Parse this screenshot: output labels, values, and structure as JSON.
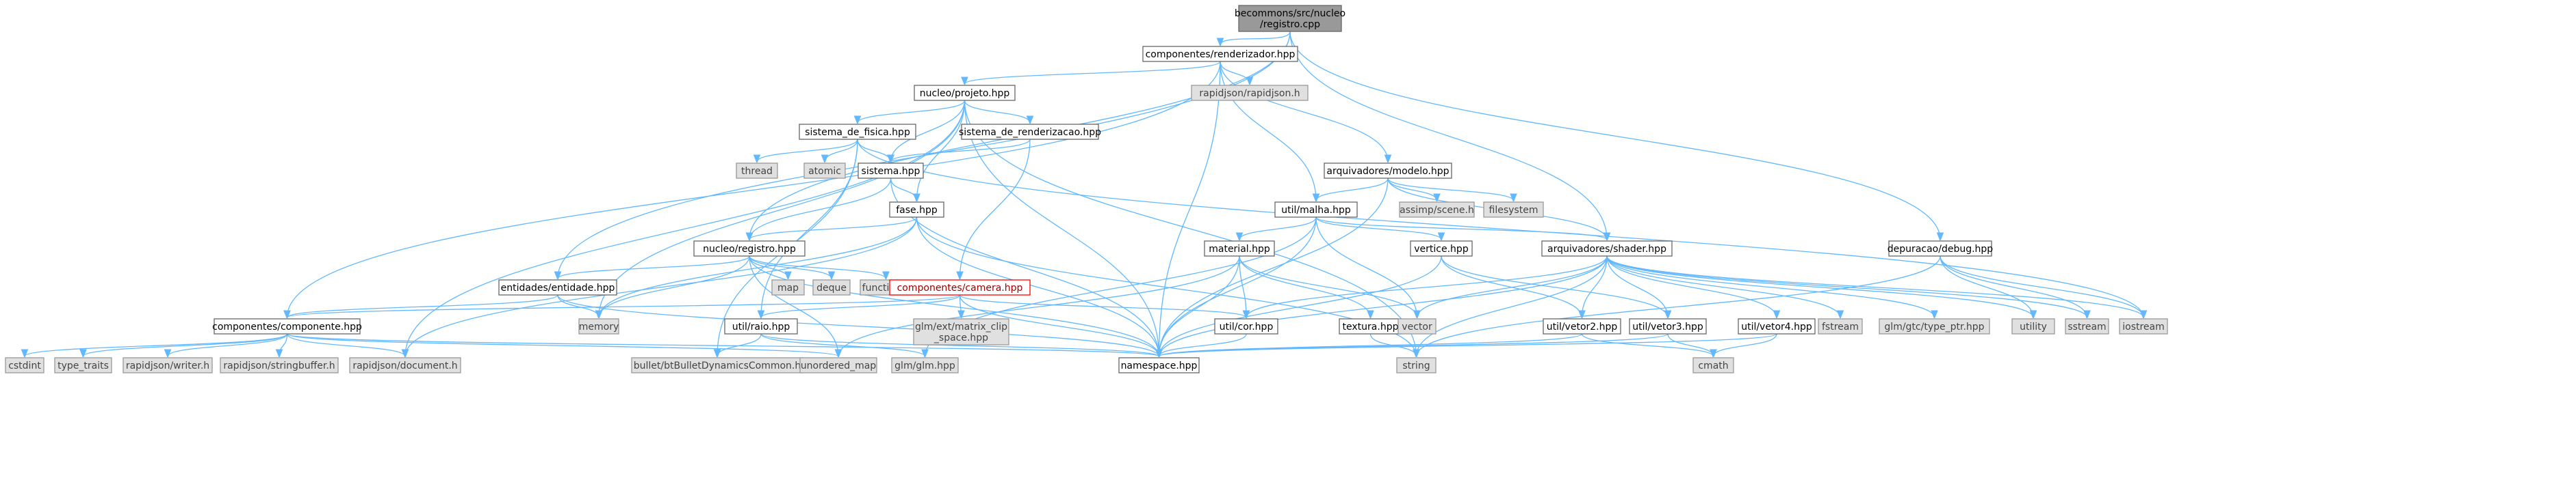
{
  "diagram": {
    "nodes": [
      {
        "id": "root",
        "label": [
          "becommons/src/nucleo",
          "/registro.cpp"
        ],
        "kind": "root"
      },
      {
        "id": "renderizador",
        "label": [
          "componentes/renderizador.hpp"
        ],
        "kind": "internal"
      },
      {
        "id": "rapidjson_h",
        "label": [
          "rapidjson/rapidjson.h"
        ],
        "kind": "external"
      },
      {
        "id": "projeto",
        "label": [
          "nucleo/projeto.hpp"
        ],
        "kind": "internal"
      },
      {
        "id": "fisica",
        "label": [
          "sistema_de_fisica.hpp"
        ],
        "kind": "internal"
      },
      {
        "id": "sisrender",
        "label": [
          "sistema_de_renderizacao.hpp"
        ],
        "kind": "internal"
      },
      {
        "id": "thread",
        "label": [
          "thread"
        ],
        "kind": "external"
      },
      {
        "id": "atomic",
        "label": [
          "atomic"
        ],
        "kind": "external"
      },
      {
        "id": "sistema",
        "label": [
          "sistema.hpp"
        ],
        "kind": "internal"
      },
      {
        "id": "fase",
        "label": [
          "fase.hpp"
        ],
        "kind": "internal"
      },
      {
        "id": "registro",
        "label": [
          "nucleo/registro.hpp"
        ],
        "kind": "internal"
      },
      {
        "id": "map",
        "label": [
          "map"
        ],
        "kind": "external"
      },
      {
        "id": "deque",
        "label": [
          "deque"
        ],
        "kind": "external"
      },
      {
        "id": "functional",
        "label": [
          "functional"
        ],
        "kind": "external"
      },
      {
        "id": "entidade",
        "label": [
          "entidades/entidade.hpp"
        ],
        "kind": "internal"
      },
      {
        "id": "memory",
        "label": [
          "memory"
        ],
        "kind": "external"
      },
      {
        "id": "camera",
        "label": [
          "componentes/camera.hpp"
        ],
        "kind": "highlight"
      },
      {
        "id": "glmext",
        "label": [
          "glm/ext/matrix_clip",
          "_space.hpp"
        ],
        "kind": "external"
      },
      {
        "id": "raio",
        "label": [
          "util/raio.hpp"
        ],
        "kind": "internal"
      },
      {
        "id": "componente",
        "label": [
          "componentes/componente.hpp"
        ],
        "kind": "internal"
      },
      {
        "id": "cstdint",
        "label": [
          "cstdint"
        ],
        "kind": "external"
      },
      {
        "id": "type_traits",
        "label": [
          "type_traits"
        ],
        "kind": "external"
      },
      {
        "id": "writer",
        "label": [
          "rapidjson/writer.h"
        ],
        "kind": "external"
      },
      {
        "id": "stringbuffer",
        "label": [
          "rapidjson/stringbuffer.h"
        ],
        "kind": "external"
      },
      {
        "id": "document",
        "label": [
          "rapidjson/document.h"
        ],
        "kind": "external"
      },
      {
        "id": "bullet",
        "label": [
          "bullet/btBulletDynamicsCommon.h"
        ],
        "kind": "external"
      },
      {
        "id": "unordered_map",
        "label": [
          "unordered_map"
        ],
        "kind": "external"
      },
      {
        "id": "glm",
        "label": [
          "glm/glm.hpp"
        ],
        "kind": "external"
      },
      {
        "id": "namespace",
        "label": [
          "namespace.hpp"
        ],
        "kind": "internal"
      },
      {
        "id": "modelo",
        "label": [
          "arquivadores/modelo.hpp"
        ],
        "kind": "internal"
      },
      {
        "id": "assimp",
        "label": [
          "assimp/scene.h"
        ],
        "kind": "external"
      },
      {
        "id": "filesystem",
        "label": [
          "filesystem"
        ],
        "kind": "external"
      },
      {
        "id": "malha",
        "label": [
          "util/malha.hpp"
        ],
        "kind": "internal"
      },
      {
        "id": "material",
        "label": [
          "material.hpp"
        ],
        "kind": "internal"
      },
      {
        "id": "vertice",
        "label": [
          "vertice.hpp"
        ],
        "kind": "internal"
      },
      {
        "id": "shader",
        "label": [
          "arquivadores/shader.hpp"
        ],
        "kind": "internal"
      },
      {
        "id": "cor",
        "label": [
          "util/cor.hpp"
        ],
        "kind": "internal"
      },
      {
        "id": "textura",
        "label": [
          "textura.hpp"
        ],
        "kind": "internal"
      },
      {
        "id": "vector",
        "label": [
          "vector"
        ],
        "kind": "external"
      },
      {
        "id": "vetor2",
        "label": [
          "util/vetor2.hpp"
        ],
        "kind": "internal"
      },
      {
        "id": "vetor3",
        "label": [
          "util/vetor3.hpp"
        ],
        "kind": "internal"
      },
      {
        "id": "vetor4",
        "label": [
          "util/vetor4.hpp"
        ],
        "kind": "internal"
      },
      {
        "id": "fstream",
        "label": [
          "fstream"
        ],
        "kind": "external"
      },
      {
        "id": "glmptr",
        "label": [
          "glm/gtc/type_ptr.hpp"
        ],
        "kind": "external"
      },
      {
        "id": "utility",
        "label": [
          "utility"
        ],
        "kind": "external"
      },
      {
        "id": "sstream",
        "label": [
          "sstream"
        ],
        "kind": "external"
      },
      {
        "id": "iostream",
        "label": [
          "iostream"
        ],
        "kind": "external"
      },
      {
        "id": "string",
        "label": [
          "string"
        ],
        "kind": "external"
      },
      {
        "id": "cmath",
        "label": [
          "cmath"
        ],
        "kind": "external"
      },
      {
        "id": "debug",
        "label": [
          "depuracao/debug.hpp"
        ],
        "kind": "internal"
      }
    ],
    "edges": [
      [
        "root",
        "renderizador"
      ],
      [
        "root",
        "registro"
      ],
      [
        "root",
        "entidade"
      ],
      [
        "root",
        "shader"
      ],
      [
        "root",
        "debug"
      ],
      [
        "renderizador",
        "rapidjson_h"
      ],
      [
        "renderizador",
        "projeto"
      ],
      [
        "renderizador",
        "componente"
      ],
      [
        "renderizador",
        "modelo"
      ],
      [
        "renderizador",
        "malha"
      ],
      [
        "renderizador",
        "namespace"
      ],
      [
        "projeto",
        "fisica"
      ],
      [
        "projeto",
        "sisrender"
      ],
      [
        "projeto",
        "sistema"
      ],
      [
        "projeto",
        "fase"
      ],
      [
        "projeto",
        "document"
      ],
      [
        "projeto",
        "memory"
      ],
      [
        "projeto",
        "namespace"
      ],
      [
        "projeto",
        "string"
      ],
      [
        "fisica",
        "thread"
      ],
      [
        "fisica",
        "atomic"
      ],
      [
        "fisica",
        "sistema"
      ],
      [
        "fisica",
        "raio"
      ],
      [
        "fisica",
        "bullet"
      ],
      [
        "fisica",
        "iostream"
      ],
      [
        "sisrender",
        "sistema"
      ],
      [
        "sisrender",
        "camera"
      ],
      [
        "sistema",
        "fase"
      ],
      [
        "sistema",
        "registro"
      ],
      [
        "sistema",
        "namespace"
      ],
      [
        "fase",
        "registro"
      ],
      [
        "fase",
        "document"
      ],
      [
        "fase",
        "memory"
      ],
      [
        "fase",
        "string"
      ],
      [
        "fase",
        "namespace"
      ],
      [
        "registro",
        "map"
      ],
      [
        "registro",
        "deque"
      ],
      [
        "registro",
        "functional"
      ],
      [
        "registro",
        "entidade"
      ],
      [
        "registro",
        "memory"
      ],
      [
        "registro",
        "unordered_map"
      ],
      [
        "registro",
        "namespace"
      ],
      [
        "entidade",
        "componente"
      ],
      [
        "entidade",
        "memory"
      ],
      [
        "entidade",
        "namespace"
      ],
      [
        "camera",
        "componente"
      ],
      [
        "camera",
        "glmext"
      ],
      [
        "camera",
        "raio"
      ],
      [
        "camera",
        "cor"
      ],
      [
        "camera",
        "namespace"
      ],
      [
        "raio",
        "bullet"
      ],
      [
        "raio",
        "glm"
      ],
      [
        "raio",
        "namespace"
      ],
      [
        "componente",
        "cstdint"
      ],
      [
        "componente",
        "type_traits"
      ],
      [
        "componente",
        "writer"
      ],
      [
        "componente",
        "stringbuffer"
      ],
      [
        "componente",
        "document"
      ],
      [
        "componente",
        "unordered_map"
      ],
      [
        "componente",
        "namespace"
      ],
      [
        "modelo",
        "assimp"
      ],
      [
        "modelo",
        "filesystem"
      ],
      [
        "modelo",
        "malha"
      ],
      [
        "modelo",
        "shader"
      ],
      [
        "modelo",
        "namespace"
      ],
      [
        "malha",
        "material"
      ],
      [
        "malha",
        "vertice"
      ],
      [
        "malha",
        "shader"
      ],
      [
        "malha",
        "vector"
      ],
      [
        "malha",
        "glm"
      ],
      [
        "malha",
        "namespace"
      ],
      [
        "material",
        "textura"
      ],
      [
        "material",
        "cor"
      ],
      [
        "material",
        "vector"
      ],
      [
        "material",
        "unordered_map"
      ],
      [
        "material",
        "namespace"
      ],
      [
        "vertice",
        "vetor2"
      ],
      [
        "vertice",
        "vetor3"
      ],
      [
        "vertice",
        "namespace"
      ],
      [
        "shader",
        "cor"
      ],
      [
        "shader",
        "vetor2"
      ],
      [
        "shader",
        "vetor3"
      ],
      [
        "shader",
        "vetor4"
      ],
      [
        "shader",
        "fstream"
      ],
      [
        "shader",
        "glmptr"
      ],
      [
        "shader",
        "utility"
      ],
      [
        "shader",
        "sstream"
      ],
      [
        "shader",
        "iostream"
      ],
      [
        "shader",
        "string"
      ],
      [
        "shader",
        "vector"
      ],
      [
        "shader",
        "namespace"
      ],
      [
        "cor",
        "namespace"
      ],
      [
        "textura",
        "string"
      ],
      [
        "vetor2",
        "cmath"
      ],
      [
        "vetor2",
        "namespace"
      ],
      [
        "vetor3",
        "cmath"
      ],
      [
        "vetor3",
        "namespace"
      ],
      [
        "vetor4",
        "cmath"
      ],
      [
        "vetor4",
        "namespace"
      ],
      [
        "debug",
        "iostream"
      ],
      [
        "debug",
        "sstream"
      ],
      [
        "debug",
        "string"
      ],
      [
        "debug",
        "utility"
      ]
    ]
  }
}
